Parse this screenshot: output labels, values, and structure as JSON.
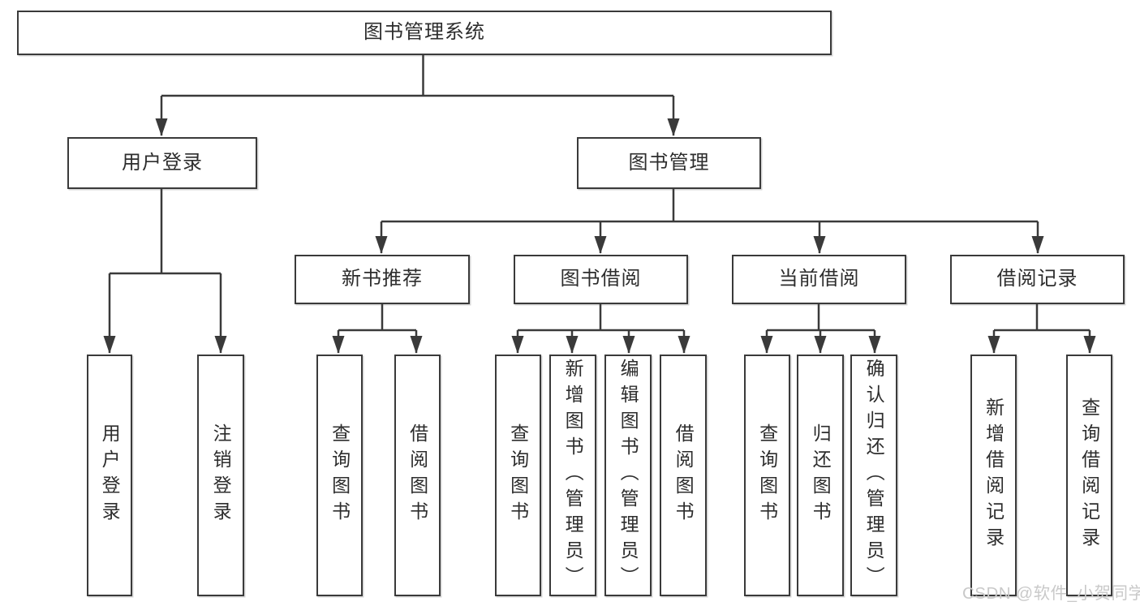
{
  "colors": {
    "bg": "#ffffff",
    "line": "#3a3a3a",
    "box_fill": "#ffffff",
    "text": "#2d2d2d",
    "watermark": "#c9c9c9"
  },
  "watermark": {
    "text": "CSDN @软件_小贺同学"
  },
  "tree": {
    "root": {
      "label": "图书管理系统"
    },
    "level2": [
      {
        "label": "用户登录",
        "parent": "图书管理系统"
      },
      {
        "label": "图书管理",
        "parent": "图书管理系统"
      }
    ],
    "level3": [
      {
        "label": "新书推荐",
        "parent": "图书管理"
      },
      {
        "label": "图书借阅",
        "parent": "图书管理"
      },
      {
        "label": "当前借阅",
        "parent": "图书管理"
      },
      {
        "label": "借阅记录",
        "parent": "图书管理"
      }
    ],
    "leaves": [
      {
        "label": "用户登录",
        "parent": "用户登录"
      },
      {
        "label": "注销登录",
        "parent": "用户登录"
      },
      {
        "label": "查询图书",
        "parent": "新书推荐"
      },
      {
        "label": "借阅图书",
        "parent": "新书推荐"
      },
      {
        "label": "查询图书",
        "parent": "图书借阅"
      },
      {
        "label": "新增图书（管理员）",
        "parent": "图书借阅"
      },
      {
        "label": "编辑图书（管理员）",
        "parent": "图书借阅"
      },
      {
        "label": "借阅图书",
        "parent": "图书借阅"
      },
      {
        "label": "查询图书",
        "parent": "当前借阅"
      },
      {
        "label": "归还图书",
        "parent": "当前借阅"
      },
      {
        "label": "确认归还（管理员）",
        "parent": "当前借阅"
      },
      {
        "label": "新增借阅记录",
        "parent": "借阅记录"
      },
      {
        "label": "查询借阅记录",
        "parent": "借阅记录"
      }
    ]
  }
}
